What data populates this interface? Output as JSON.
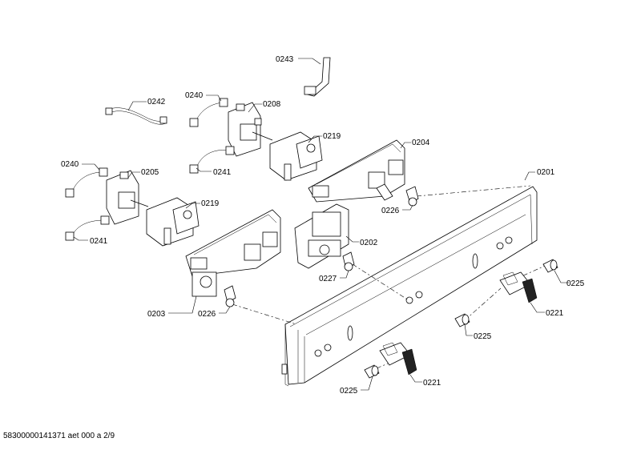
{
  "labels": {
    "p0243": "0243",
    "p0242": "0242",
    "p0240a": "0240",
    "p0208": "0208",
    "p0219a": "0219",
    "p0204": "0204",
    "p0240b": "0240",
    "p0205": "0205",
    "p0241a": "0241",
    "p0201": "0201",
    "p0219b": "0219",
    "p0226a": "0226",
    "p0241b": "0241",
    "p0202": "0202",
    "p0225a": "0225",
    "p0227": "0227",
    "p0221a": "0221",
    "p0203": "0203",
    "p0226b": "0226",
    "p0225b": "0225",
    "p0221b": "0221",
    "p0225c": "0225"
  },
  "footer": "58300000141371 aet 000 a 2/9"
}
